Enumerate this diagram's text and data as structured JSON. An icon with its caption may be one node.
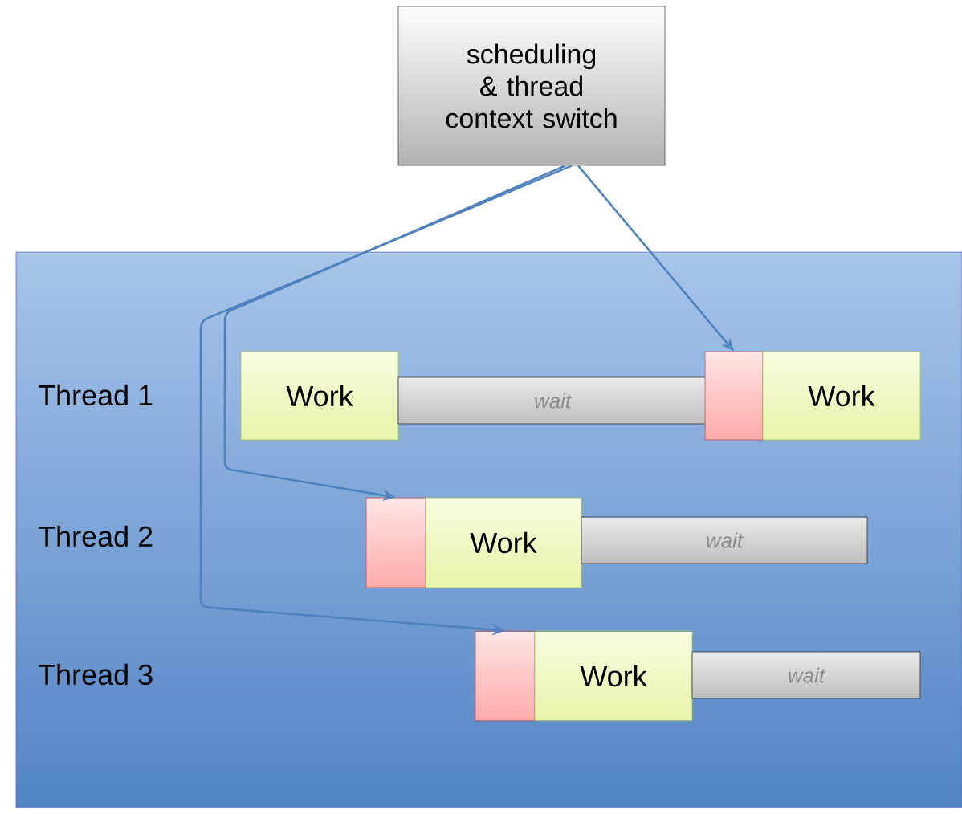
{
  "diagram": {
    "nodes": [
      {
        "text": [
          "scheduling & thread context switch"
        ]
      },
      {
        "text": [],
        "shape": "box"
      },
      {
        "text": [
          "Work"
        ],
        "in": 1
      },
      {
        "text": [
          "wait"
        ],
        "in": 1
      },
      {
        "text": [],
        "shape": "box",
        "in": 1
      },
      {
        "text": [
          "Work"
        ],
        "in": 1
      },
      {
        "text": [],
        "shape": "box",
        "in": 1
      },
      {
        "text": [
          "Work"
        ],
        "in": 1
      },
      {
        "text": [
          "wait"
        ],
        "in": 1
      },
      {
        "text": [],
        "shape": "box",
        "in": 1
      },
      {
        "text": [
          "Work"
        ],
        "in": 1
      },
      {
        "text": [
          "wait"
        ],
        "in": 1
      }
    ],
    "edges": [
      {
        "from": 0,
        "to": 4,
        "arrow": "to"
      },
      {
        "from": 0,
        "to": 6,
        "arrow": "to"
      },
      {
        "from": 0,
        "to": 9,
        "arrow": "to"
      }
    ],
    "labels": [
      "Thread 1",
      "Thread 2",
      "Thread 3"
    ]
  }
}
